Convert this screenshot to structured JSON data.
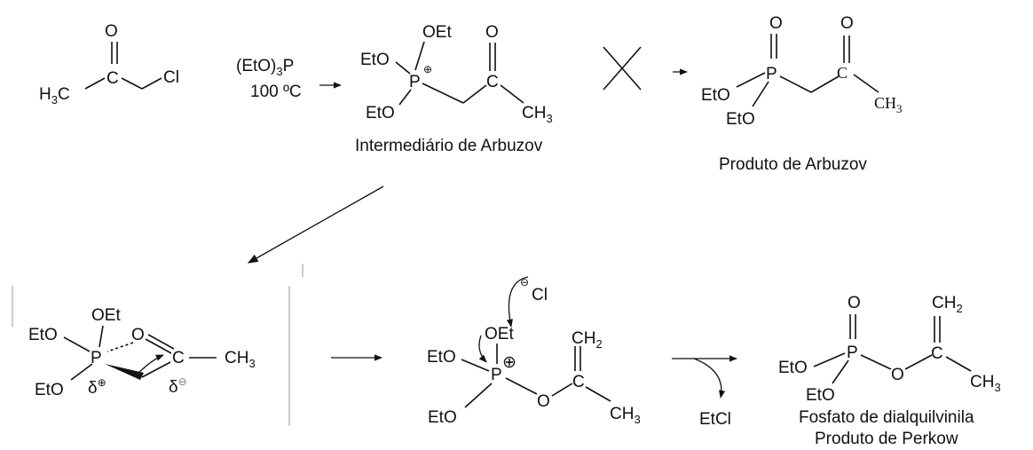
{
  "labels": {
    "O": "O",
    "P": "P",
    "C": "C",
    "Cl": "Cl",
    "H3C_main": "H",
    "H3C_sub": "3",
    "H3C_tail": "C",
    "CH3_main": "CH",
    "CH3_sub": "3",
    "CH2_main": "CH",
    "CH2_sub": "2",
    "EtO": "EtO",
    "OEt": "OEt",
    "EtCl": "EtCl",
    "delta": "δ",
    "plus_circle": "⊕",
    "minus_circle": "⊖",
    "X_mark": "X"
  },
  "reagent": {
    "prefix": "(EtO)",
    "sub": "3",
    "suffix": "P",
    "conditions": "100 ºC"
  },
  "captions": {
    "intermediate": "Intermediário de Arbuzov",
    "arbuzov_product": "Produto de Arbuzov",
    "perkow_line1": "Fosfato de dialquilvinila",
    "perkow_line2": "Produto de Perkow"
  }
}
